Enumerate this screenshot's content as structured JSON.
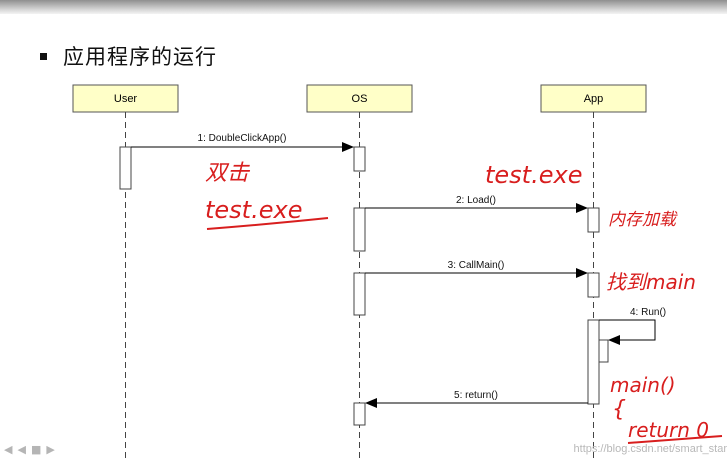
{
  "slide": {
    "title": "应用程序的运行"
  },
  "lifelines": [
    {
      "name": "User"
    },
    {
      "name": "OS"
    },
    {
      "name": "App"
    }
  ],
  "messages": [
    {
      "label": "1: DoubleClickApp()",
      "from": "User",
      "to": "OS"
    },
    {
      "label": "2: Load()",
      "from": "OS",
      "to": "App"
    },
    {
      "label": "3: CallMain()",
      "from": "OS",
      "to": "App"
    },
    {
      "label": "4: Run()",
      "from": "App",
      "to": "App"
    },
    {
      "label": "5: return()",
      "from": "App",
      "to": "OS"
    }
  ],
  "annotations": {
    "double_click": "双击",
    "test_exe_left": "test.exe",
    "test_exe_right": "test.exe",
    "load_note": "内存加载",
    "find_main": "找到main",
    "main_call": "main()",
    "brace": "{",
    "return_note": "return 0"
  },
  "colors": {
    "lifeline_fill": "#ffffc8",
    "annotation": "#d81e1e"
  },
  "watermark": "https://blog.csdn.net/smart_star",
  "player_icons": [
    "back-icon",
    "forward-icon",
    "grid-icon",
    "next-icon"
  ]
}
